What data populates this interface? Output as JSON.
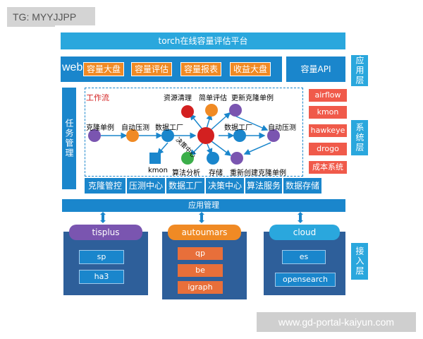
{
  "tag": "TG: MYYJJPP",
  "watermark": "www.gd-portal-kaiyun.com",
  "title": "torch在线容量评估平台",
  "layers": {
    "app": "应用层",
    "system": "系统层",
    "access": "接入层"
  },
  "web": {
    "label": "web",
    "buttons": [
      "容量大盘",
      "容量评估",
      "容量报表",
      "收益大盘"
    ],
    "api": "容量API"
  },
  "task_mgmt": "任务管理",
  "workflow": {
    "title": "工作流",
    "labels": {
      "clone_single": "克隆单例",
      "auto_stress_1": "自动压测",
      "data_factory_1": "数据工厂",
      "decision_center": "决策中心",
      "data_factory_2": "数据工厂",
      "auto_stress_2": "自动压测",
      "resource_clean": "资源清理",
      "simple_eval": "简单评估",
      "update_clone": "更新克隆单例",
      "kmon": "kmon",
      "algo_analysis": "算法分析",
      "storage": "存储",
      "recreate_clone": "重新创建克隆单例"
    }
  },
  "bottom_row": [
    "克隆管控",
    "压测中心",
    "数据工厂",
    "决策中心",
    "算法服务",
    "数据存储"
  ],
  "system_items": [
    "airflow",
    "kmon",
    "hawkeye",
    "drogo",
    "成本系统"
  ],
  "app_mgmt": "应用管理",
  "clusters": [
    {
      "name": "tisplus",
      "items": [
        "sp",
        "ha3"
      ]
    },
    {
      "name": "autoumars",
      "items": [
        "qp",
        "be",
        "igraph"
      ]
    },
    {
      "name": "cloud",
      "items": [
        "es",
        "opensearch"
      ]
    }
  ]
}
